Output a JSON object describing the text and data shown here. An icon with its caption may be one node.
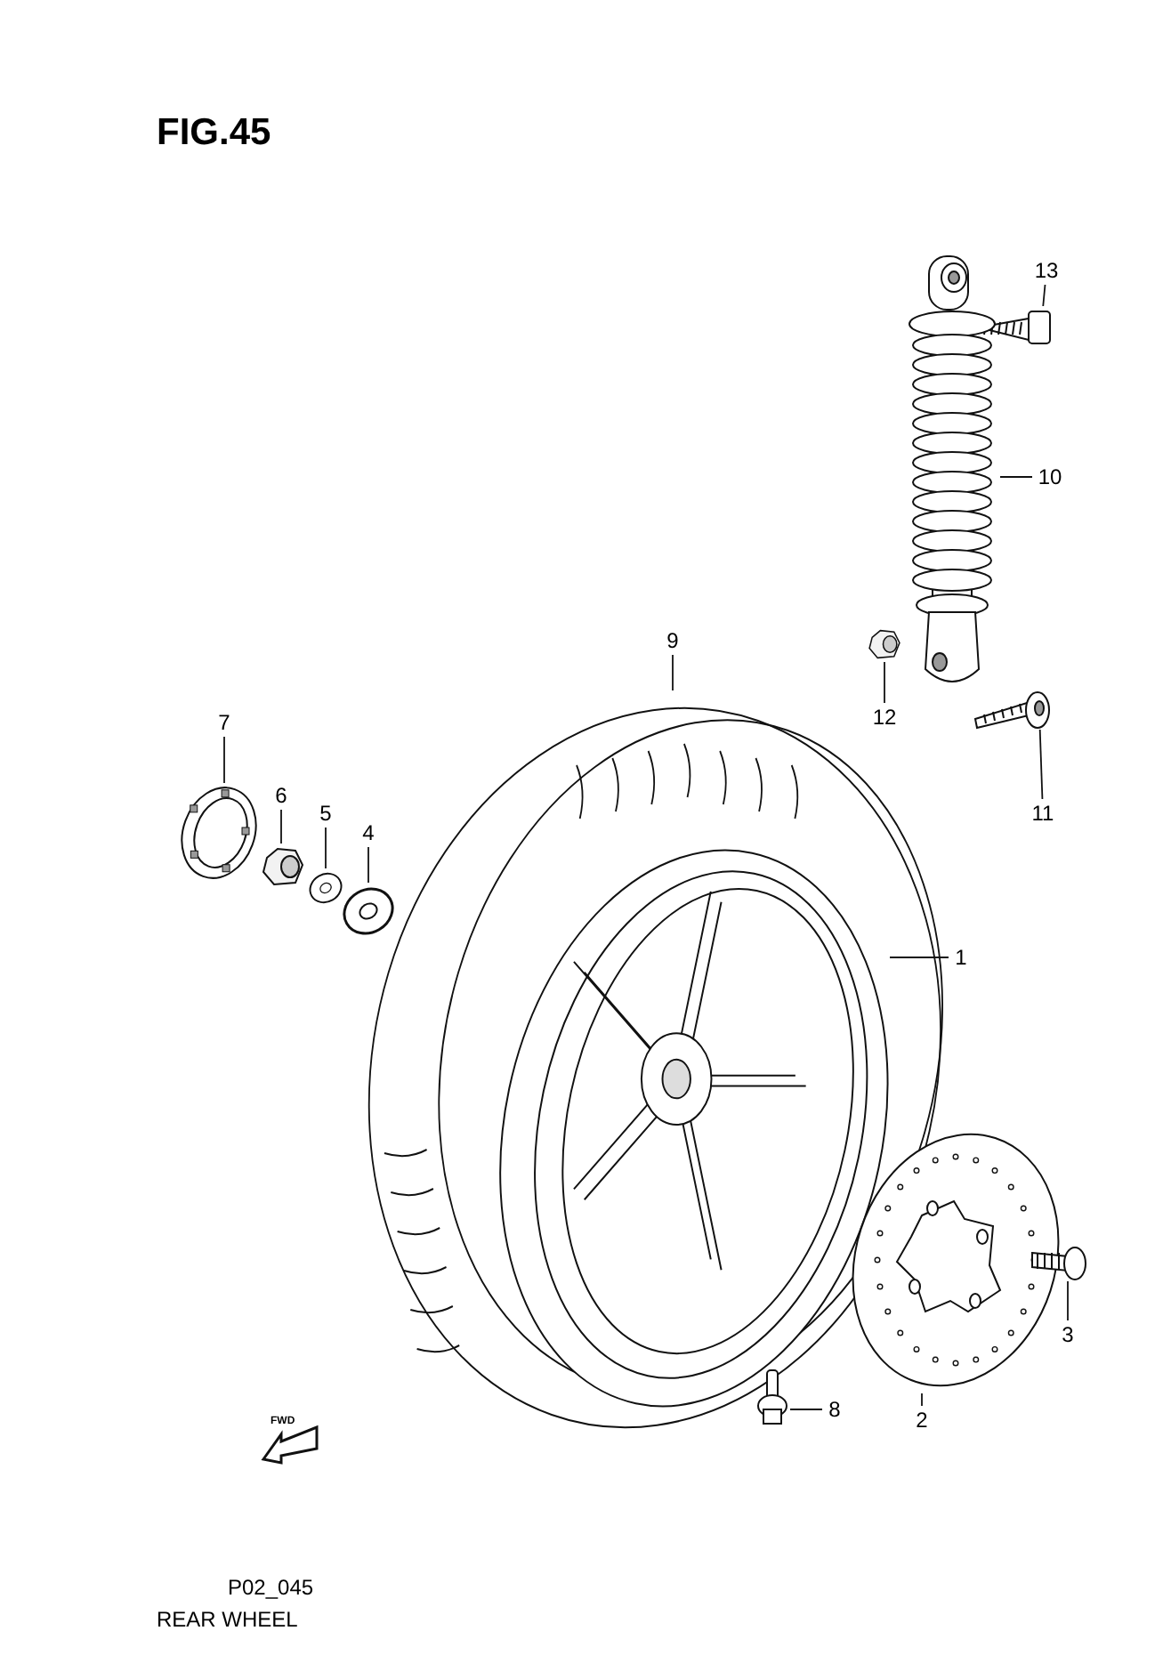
{
  "diagram": {
    "title": "FIG.45",
    "nodes": [
      {
        "text": [
          "9"
        ]
      },
      {
        "text": [],
        "shape": "picture"
      },
      {
        "text": [
          "1"
        ]
      },
      {
        "text": [],
        "shape": "picture",
        "in": 1
      },
      {
        "text": [
          "7"
        ]
      },
      {
        "text": [],
        "shape": "picture"
      },
      {
        "text": [
          "6"
        ]
      },
      {
        "text": [],
        "shape": "picture"
      },
      {
        "text": [
          "5"
        ]
      },
      {
        "text": [],
        "shape": "picture"
      },
      {
        "text": [
          "4"
        ]
      },
      {
        "text": [],
        "shape": "picture"
      },
      {
        "text": [
          "13"
        ]
      },
      {
        "text": [],
        "shape": "picture"
      },
      {
        "text": [
          "10"
        ]
      },
      {
        "text": [],
        "shape": "picture"
      },
      {
        "text": [
          "12"
        ]
      },
      {
        "text": [],
        "shape": "picture"
      },
      {
        "text": [
          "11"
        ]
      },
      {
        "text": [],
        "shape": "picture"
      },
      {
        "text": [
          "8"
        ]
      },
      {
        "text": [],
        "shape": "picture"
      },
      {
        "text": [
          "2"
        ]
      },
      {
        "text": [],
        "shape": "picture"
      },
      {
        "text": [
          "3"
        ]
      },
      {
        "text": [],
        "shape": "picture"
      }
    ],
    "edges": [
      {
        "from": 0,
        "to": 1,
        "arrow": "none"
      },
      {
        "from": 2,
        "to": 3,
        "arrow": "none"
      },
      {
        "from": 4,
        "to": 5,
        "arrow": "none"
      },
      {
        "from": 6,
        "to": 7,
        "arrow": "none"
      },
      {
        "from": 8,
        "to": 9,
        "arrow": "none"
      },
      {
        "from": 10,
        "to": 11,
        "arrow": "none"
      },
      {
        "from": 12,
        "to": 13,
        "arrow": "none"
      },
      {
        "from": 14,
        "to": 15,
        "arrow": "none"
      },
      {
        "from": 16,
        "to": 17,
        "arrow": "none"
      },
      {
        "from": 18,
        "to": 19,
        "arrow": "none"
      },
      {
        "from": 20,
        "to": 21,
        "arrow": "none"
      },
      {
        "from": 22,
        "to": 23,
        "arrow": "none"
      },
      {
        "from": 24,
        "to": 25,
        "arrow": "none"
      }
    ],
    "labels": [
      "FWD",
      "P02_045",
      "REAR WHEEL"
    ]
  }
}
